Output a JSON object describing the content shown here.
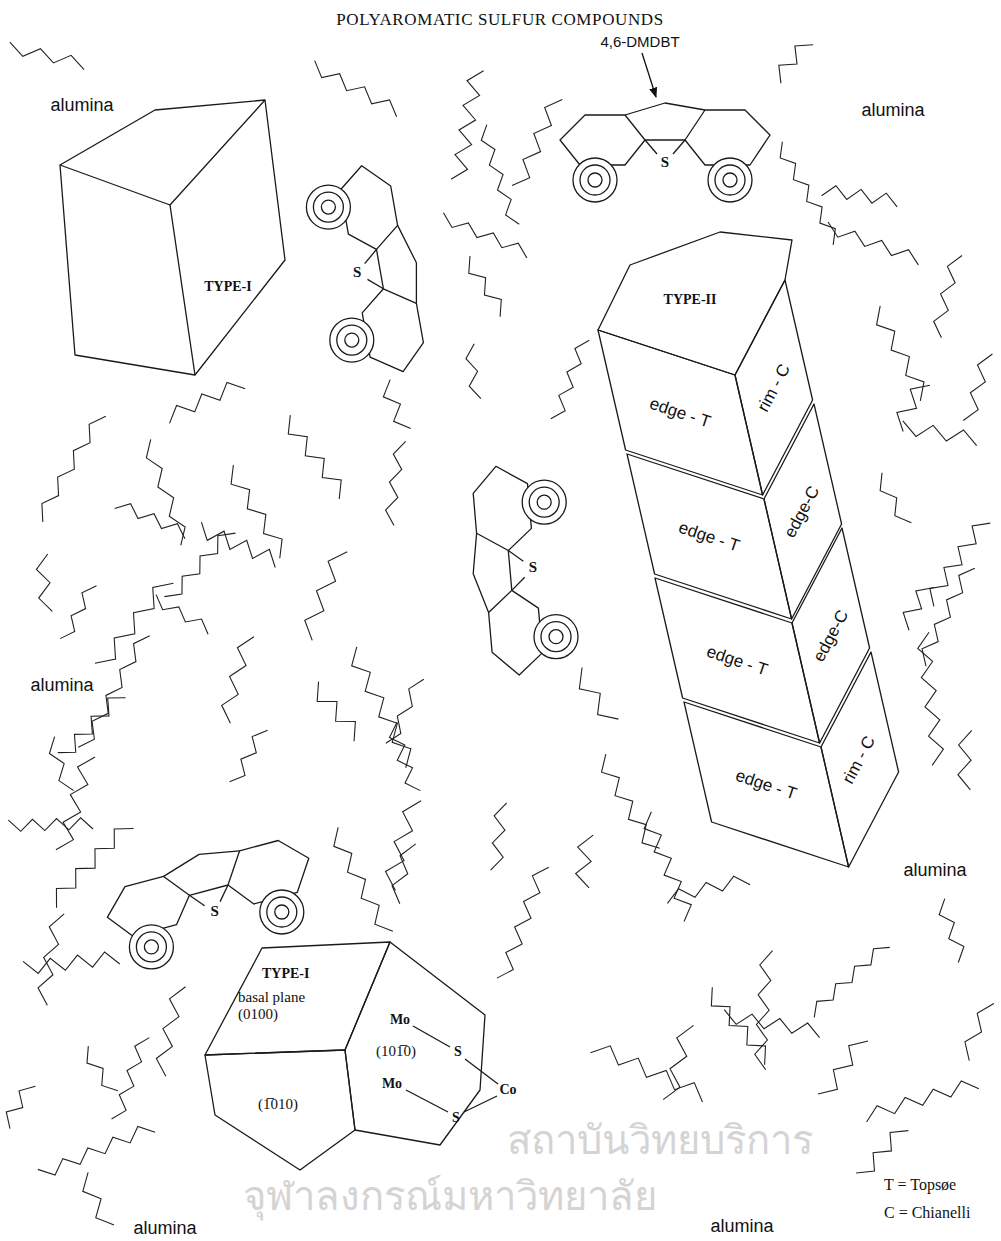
{
  "diagram": {
    "title": "POLYAROMATIC SULFUR COMPOUNDS",
    "nodes": [
      {
        "text": [
          "TYPE-I"
        ]
      },
      {
        "text": [
          "S"
        ]
      },
      {
        "text": [
          "S"
        ]
      },
      {
        "text": [
          "TYPE-II"
        ]
      },
      {
        "text": [
          "edge - T"
        ],
        "in": 3
      },
      {
        "text": [
          "rim - C"
        ],
        "in": 3
      },
      {
        "text": [
          "edge - T"
        ],
        "in": 3
      },
      {
        "text": [
          "edge-C"
        ],
        "in": 3
      },
      {
        "text": [
          "edge - T"
        ],
        "in": 3
      },
      {
        "text": [
          "edge-C"
        ],
        "in": 3
      },
      {
        "text": [
          "edge - T"
        ],
        "in": 3
      },
      {
        "text": [
          "rim - C"
        ],
        "in": 3
      },
      {
        "text": [
          "S"
        ]
      },
      {
        "text": [
          "S"
        ]
      },
      {
        "text": [
          "TYPE-I",
          "basal plane (0100)"
        ]
      },
      {
        "text": [
          "(101̅0)"
        ],
        "in": 14
      },
      {
        "text": [
          "(1̅010)"
        ],
        "in": 14
      }
    ],
    "labels": [
      "alumina",
      "alumina",
      "alumina",
      "alumina",
      "alumina",
      "alumina",
      "4,6-DMDBT",
      "Mo",
      "S",
      "Mo",
      "S",
      "Co",
      "สถาบันวิทยบริการ",
      "จุฬาลงกรณ์มหาวิทยาลัย"
    ],
    "legend": [
      {
        "text": "T = Topsøe"
      },
      {
        "text": "C = Chianelli"
      }
    ]
  }
}
